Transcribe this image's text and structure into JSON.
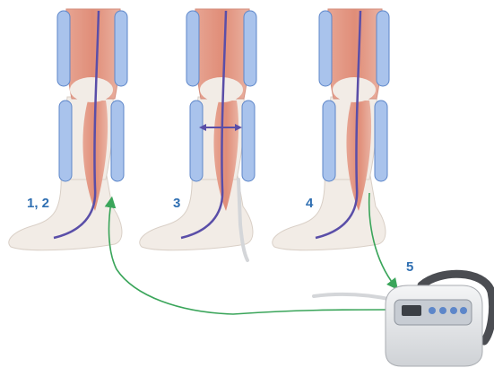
{
  "labels": {
    "step_1_2": "1, 2",
    "step_3": "3",
    "step_4": "4",
    "step_5": "5"
  },
  "colors": {
    "cuff": "#a9c3ec",
    "cuff_border": "#5d86c9",
    "muscle": "#e39a86",
    "bone": "#f2ece6",
    "vein": "#5a4ea8",
    "tube_arrow": "#3aa55a",
    "label": "#2f6fb2",
    "device": "#e9eaec"
  }
}
